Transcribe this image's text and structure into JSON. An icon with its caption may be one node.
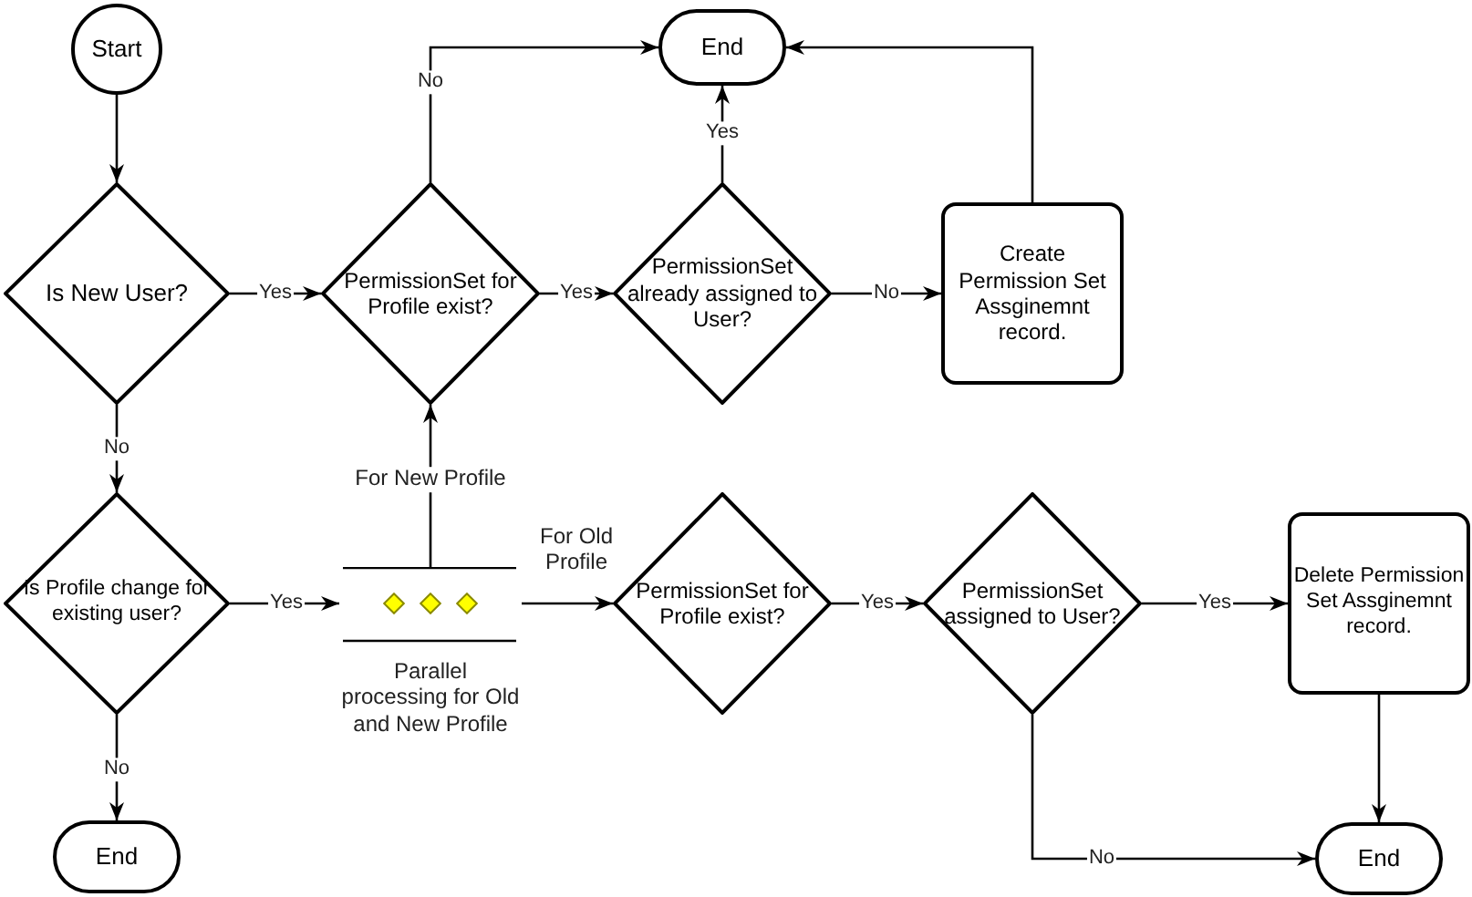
{
  "diagram": {
    "nodes": [
      {
        "text": [
          "Start"
        ]
      },
      {
        "text": [
          "Is New User?"
        ]
      },
      {
        "text": [
          "PermissionSet for Profile exist?"
        ]
      },
      {
        "text": [
          "End"
        ]
      },
      {
        "text": [
          "PermissionSet already assigned to User?"
        ]
      },
      {
        "text": [
          "Create Permission Set Assginemnt record."
        ]
      },
      {
        "text": [
          "Is Profile change for existing user?"
        ]
      },
      {
        "text": [
          "Parallel processing for Old and New Profile"
        ]
      },
      {
        "text": [
          "PermissionSet for Profile exist?"
        ]
      },
      {
        "text": [
          "PermissionSet assigned to User?"
        ]
      },
      {
        "text": [
          "Delete Permission Set Assginemnt record."
        ]
      },
      {
        "text": [
          "End"
        ]
      },
      {
        "text": [
          "End"
        ]
      }
    ],
    "edges": [
      {
        "from": 0,
        "to": 1,
        "arrow": "to"
      },
      {
        "from": 1,
        "to": 2,
        "arrow": "to",
        "label": "Yes"
      },
      {
        "from": 2,
        "to": 3,
        "arrow": "to",
        "label": "No"
      },
      {
        "from": 2,
        "to": 4,
        "arrow": "to",
        "label": "Yes"
      },
      {
        "from": 4,
        "to": 3,
        "arrow": "to",
        "label": "Yes"
      },
      {
        "from": 4,
        "to": 5,
        "arrow": "to",
        "label": "No"
      },
      {
        "from": 5,
        "to": 3,
        "arrow": "to"
      },
      {
        "from": 1,
        "to": 6,
        "arrow": "to",
        "label": "No"
      },
      {
        "from": 6,
        "to": 7,
        "arrow": "to",
        "label": "Yes"
      },
      {
        "from": 7,
        "to": 2,
        "arrow": "to",
        "label": "For New Profile"
      },
      {
        "from": 7,
        "to": 8,
        "arrow": "to",
        "label": "For Old Profile"
      },
      {
        "from": 6,
        "to": 11,
        "arrow": "to",
        "label": "No"
      },
      {
        "from": 8,
        "to": 9,
        "arrow": "to",
        "label": "Yes"
      },
      {
        "from": 9,
        "to": 10,
        "arrow": "to",
        "label": "Yes"
      },
      {
        "from": 10,
        "to": 12,
        "arrow": "to"
      },
      {
        "from": 9,
        "to": 12,
        "arrow": "to",
        "label": "No"
      }
    ]
  }
}
